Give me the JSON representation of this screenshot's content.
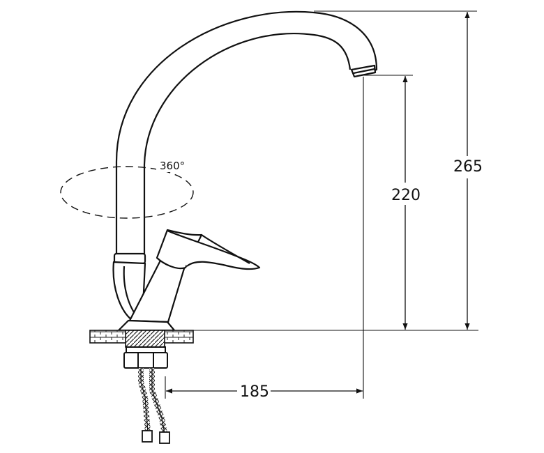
{
  "diagram": {
    "rotation_label": "360°",
    "dimensions": {
      "spout_height": "265",
      "outlet_height": "220",
      "spout_reach": "185"
    },
    "colors": {
      "line": "#111111",
      "background": "#ffffff"
    }
  }
}
